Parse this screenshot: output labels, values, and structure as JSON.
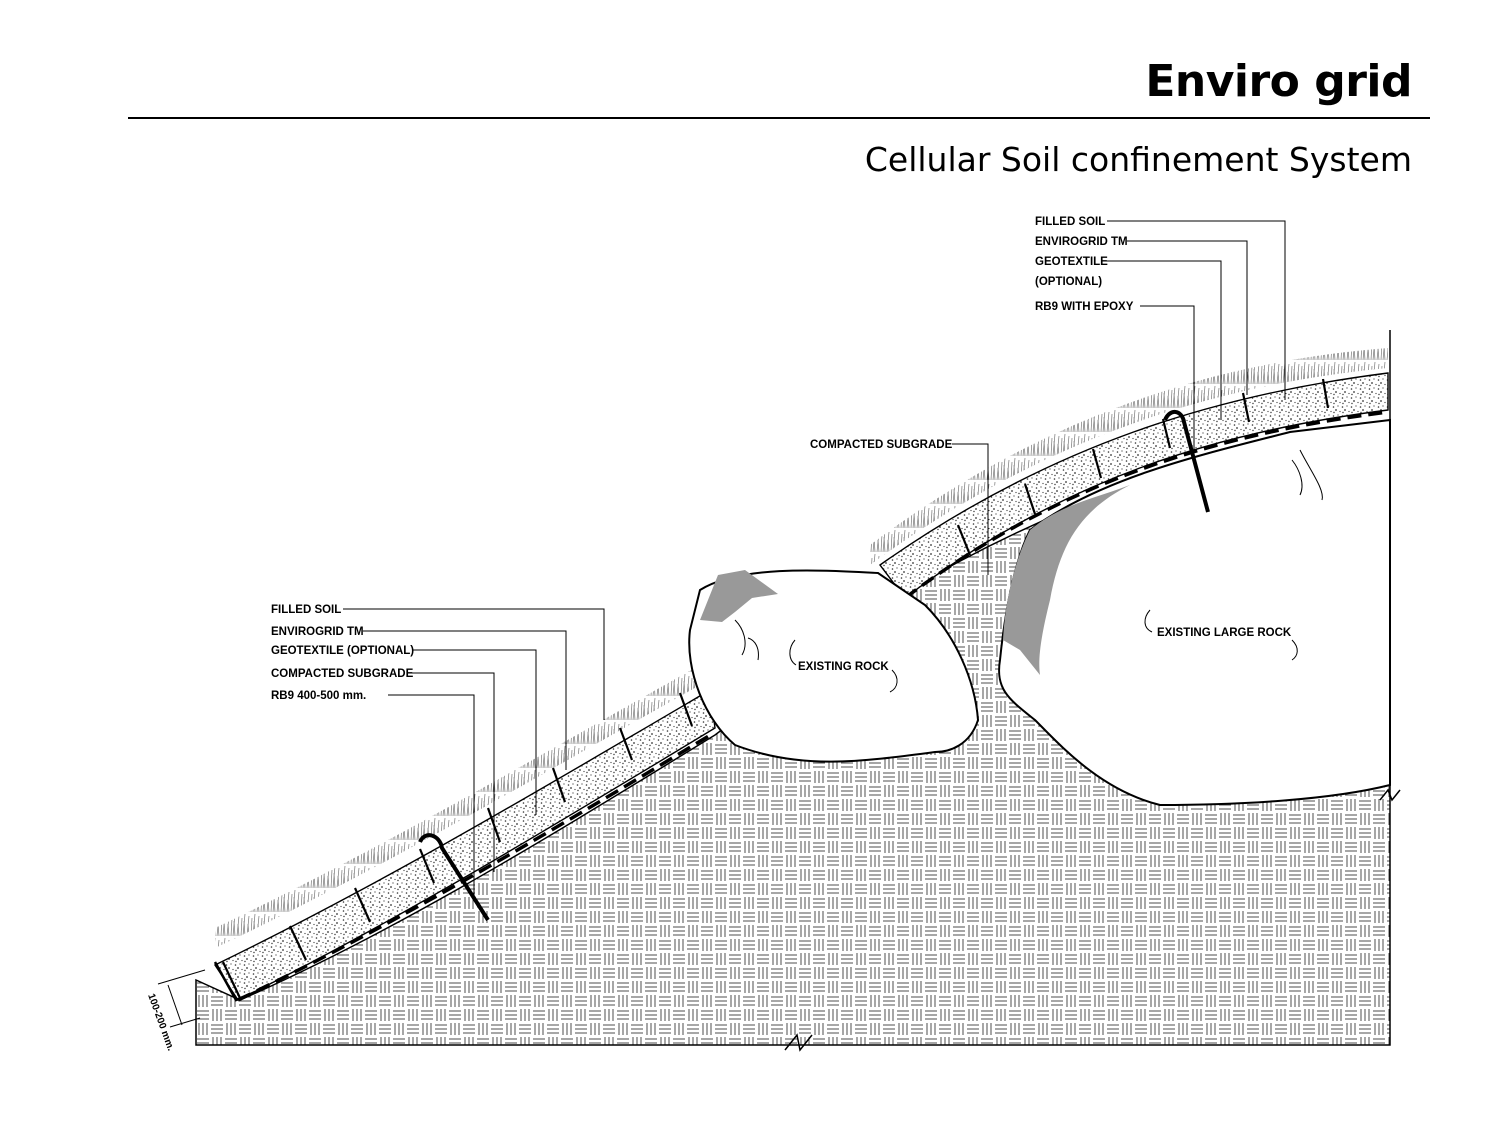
{
  "header": {
    "title": "Enviro grid",
    "subtitle": "Cellular Soil confinement System"
  },
  "callouts_left": [
    "FILLED SOIL",
    "ENVIROGRID TM",
    "GEOTEXTILE (OPTIONAL)",
    "COMPACTED SUBGRADE",
    "RB9 400-500 mm."
  ],
  "callouts_right": [
    "FILLED SOIL",
    "ENVIROGRID TM",
    "GEOTEXTILE",
    "(OPTIONAL)",
    "RB9 WITH EPOXY"
  ],
  "labels": {
    "compacted_subgrade": "COMPACTED SUBGRADE",
    "existing_rock": "EXISTING ROCK",
    "existing_large_rock": "EXISTING LARGE ROCK"
  },
  "dimension": {
    "depth": "100-200 mm."
  }
}
